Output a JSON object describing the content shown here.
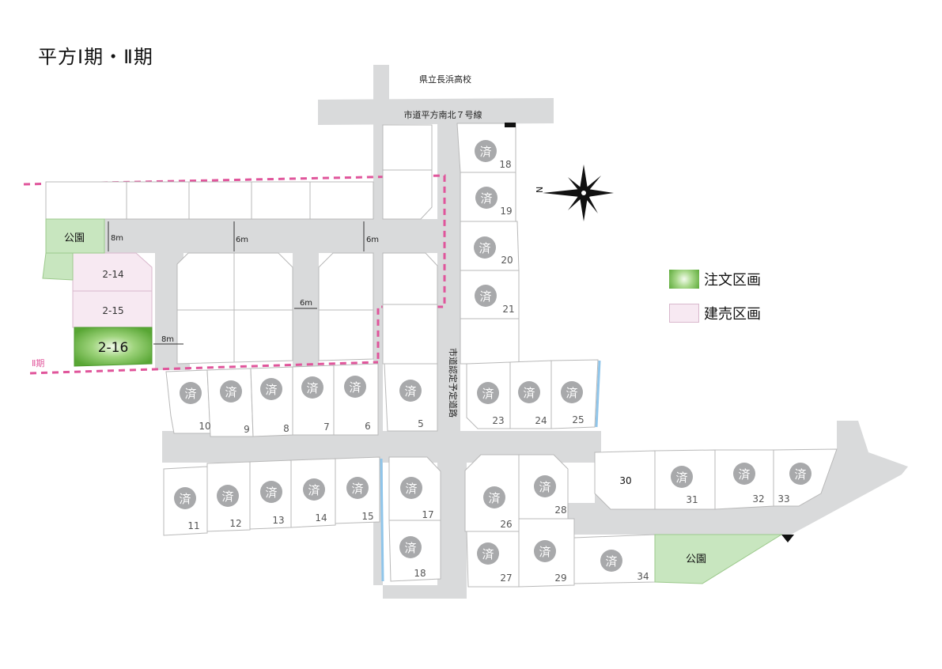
{
  "title": "平方Ⅰ期・Ⅱ期",
  "phase_label": "Ⅱ期",
  "road_labels": {
    "north_school": "県立長浜高校",
    "north_road": "市道平方南北７号線",
    "center_road": "市道認定予定道路"
  },
  "widths": {
    "w8m_a": "8m",
    "w8m_b": "8m",
    "w6m_a": "6m",
    "w6m_b": "6m",
    "w6m_c": "6m"
  },
  "legend": {
    "order_label": "注文区画",
    "sale_label": "建売区画"
  },
  "sold_mark": "済",
  "park_label": "公園",
  "lots": {
    "l2_14": "2-14",
    "l2_15": "2-15",
    "l2_16": "2-16",
    "n18a": "18",
    "n19": "19",
    "n20": "20",
    "n21": "21",
    "n10": "10",
    "n9": "9",
    "n8": "8",
    "n7": "7",
    "n6": "6",
    "n5": "5",
    "n23": "23",
    "n24": "24",
    "n25": "25",
    "n11": "11",
    "n12": "12",
    "n13": "13",
    "n14": "14",
    "n15": "15",
    "n17": "17",
    "n18b": "18",
    "n26": "26",
    "n28": "28",
    "n27": "27",
    "n29": "29",
    "n30": "30",
    "n31": "31",
    "n32": "32",
    "n33": "33",
    "n34": "34"
  },
  "colors": {
    "road": "#d9dadb",
    "lot_border": "#b8b8b8",
    "sold_badge": "#a8a9ab",
    "park": "#c8e6bf",
    "sale_lot": "#f7e9f2",
    "order_lot": "#6db844",
    "phase_line": "#e0559b",
    "water": "#8fc5ea"
  },
  "icons": {
    "compass": "compass-north-icon"
  }
}
